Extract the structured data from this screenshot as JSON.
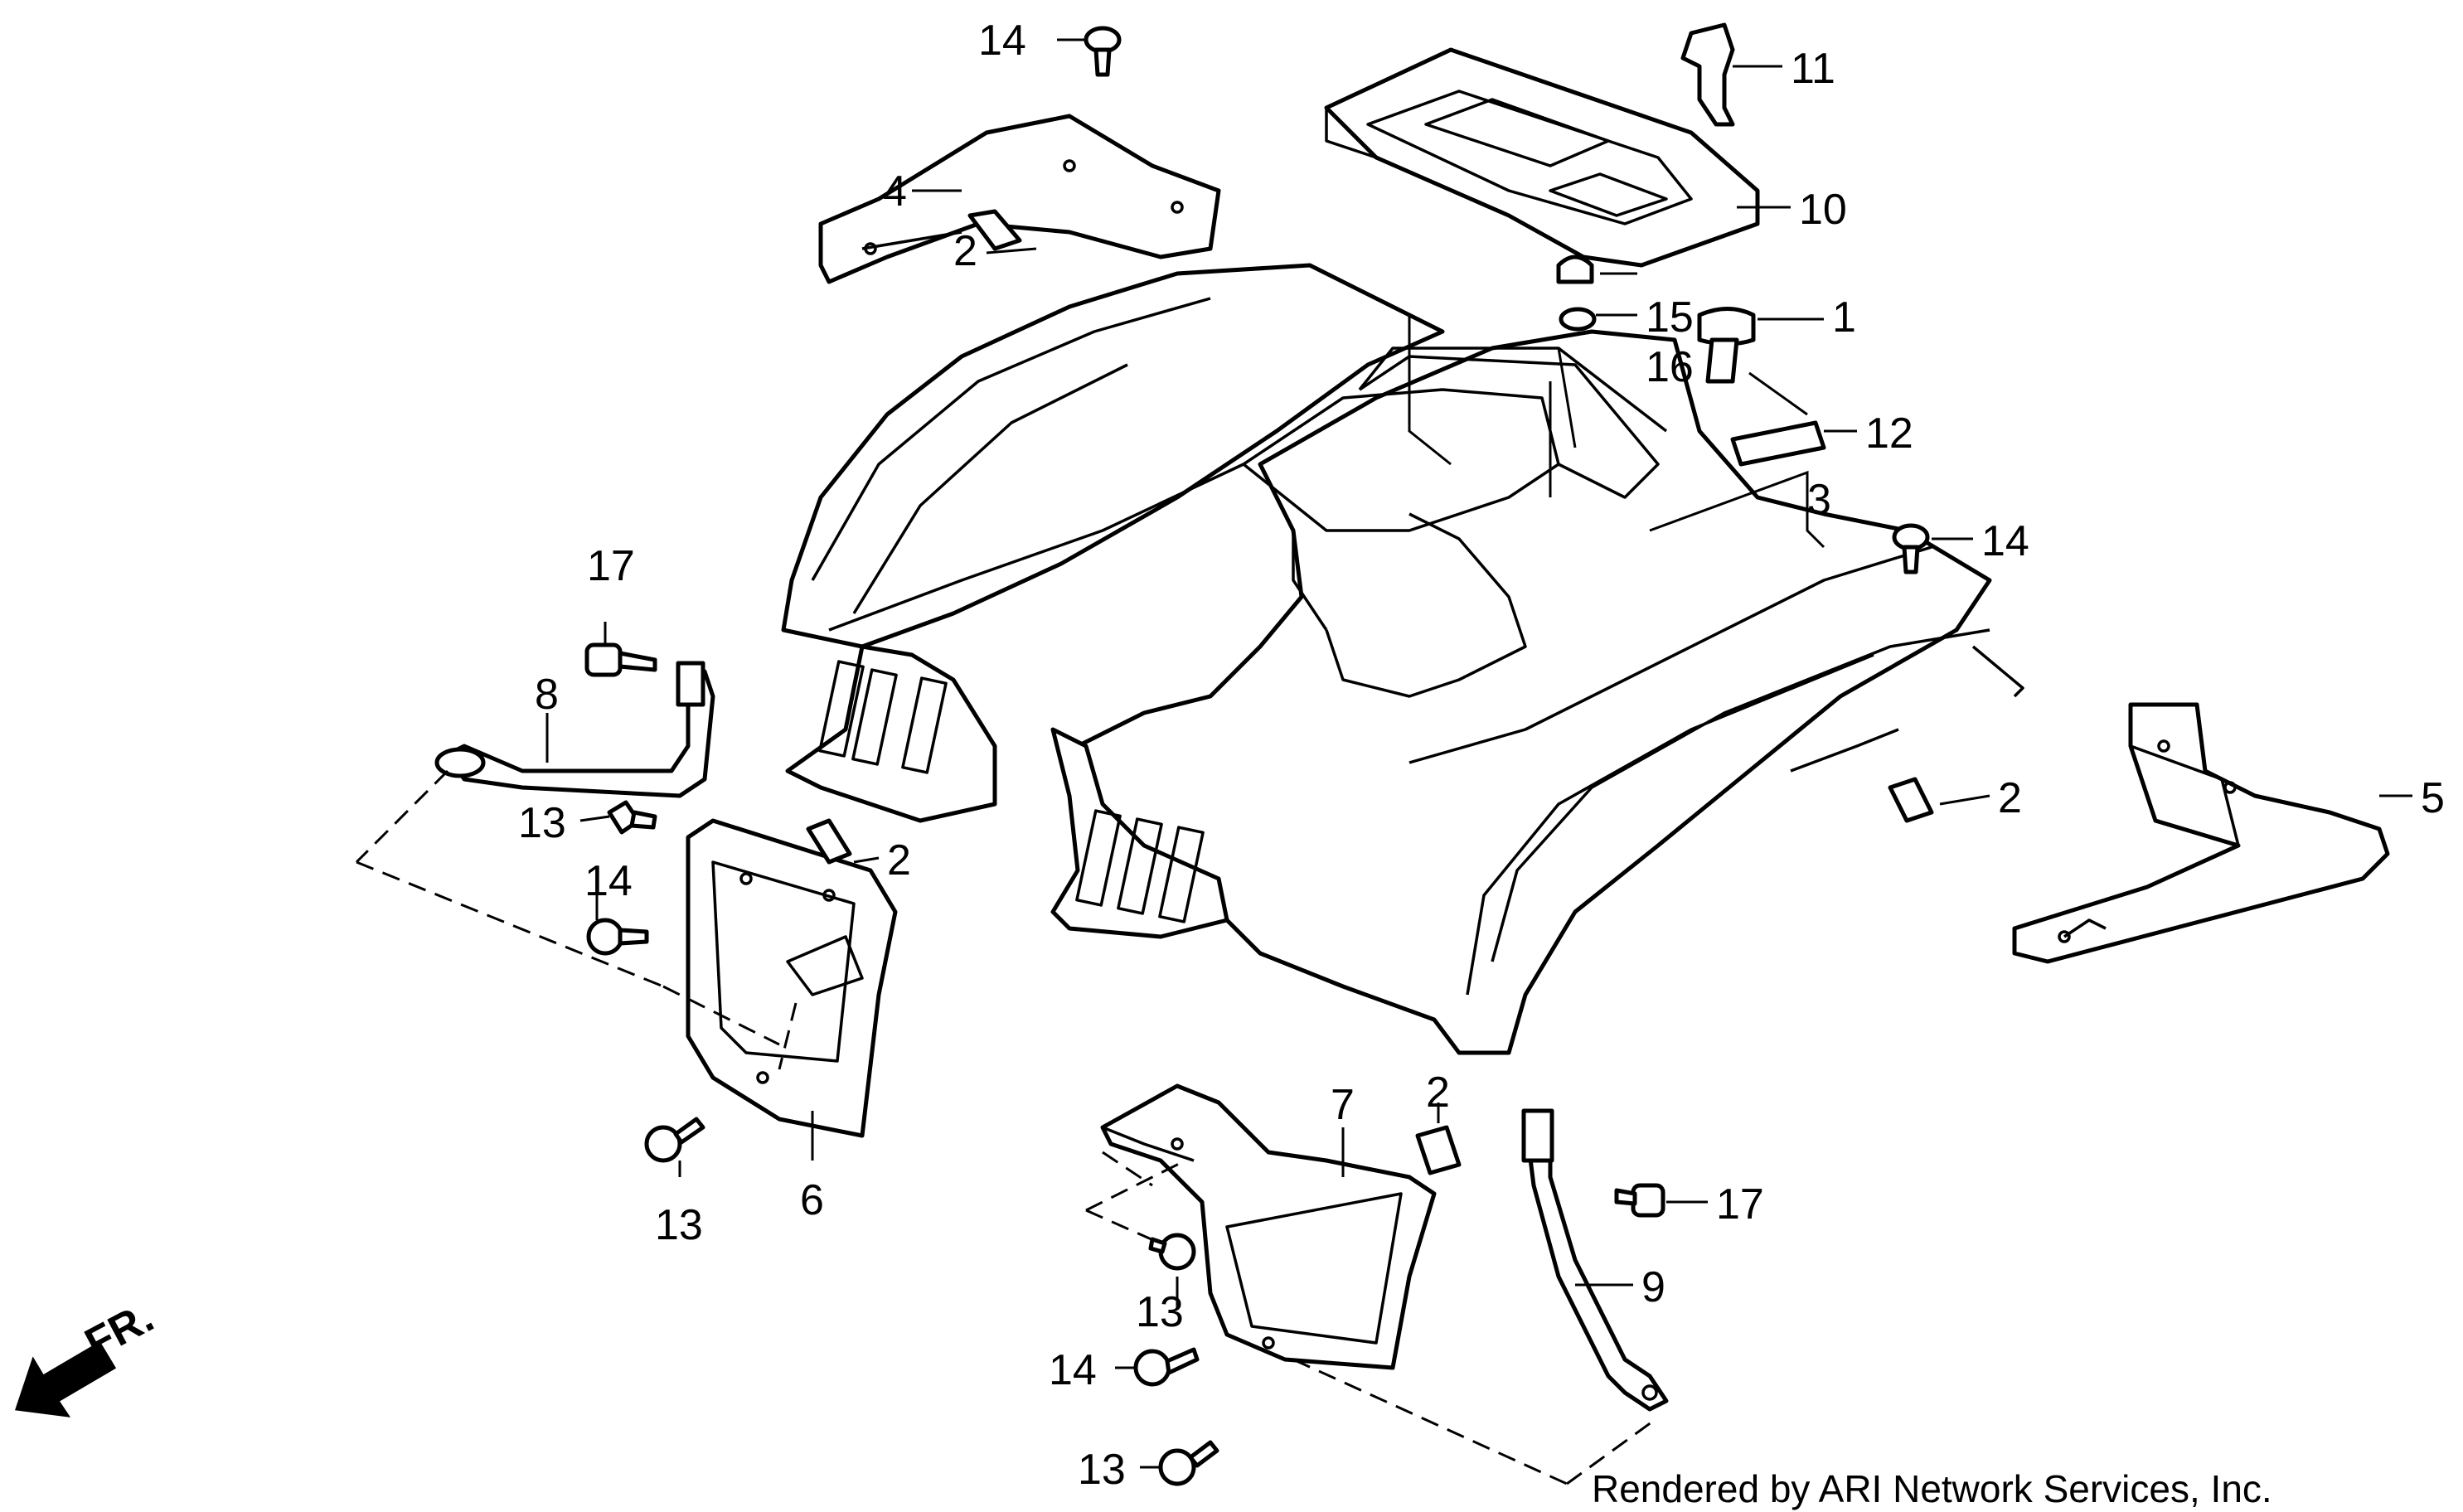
{
  "labels": {
    "p1": "1",
    "p2a": "2",
    "p2b": "2",
    "p2c": "2",
    "p2d": "2",
    "p3": "3",
    "p4": "4",
    "p5": "5",
    "p6": "6",
    "p7": "7",
    "p8": "8",
    "p9": "9",
    "p10": "10",
    "p11": "11",
    "p12": "12",
    "p13a": "13",
    "p13b": "13",
    "p13c": "13",
    "p13d": "13",
    "p14a": "14",
    "p14b": "14",
    "p14c": "14",
    "p14d": "14",
    "p15": "15",
    "p16": "16",
    "p17a": "17",
    "p17b": "17"
  },
  "direction_label": "FR.",
  "credit": "Rendered by ARI Network Services, Inc."
}
